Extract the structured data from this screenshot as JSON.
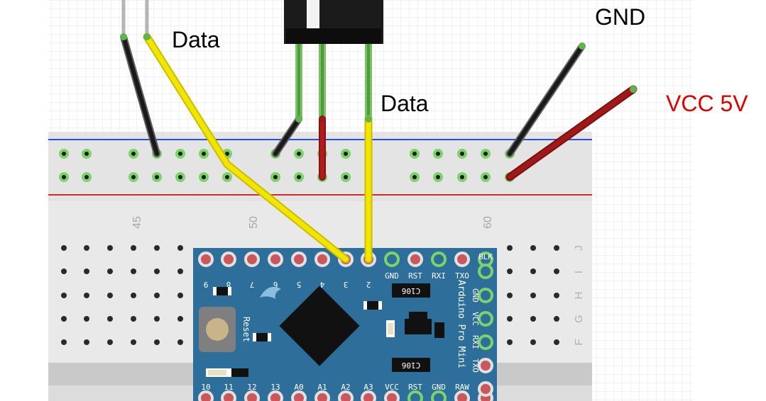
{
  "labels": {
    "data_left": "Data",
    "gnd": "GND",
    "data_mid": "Data",
    "vcc": "VCC 5V"
  },
  "breadboard": {
    "column_numbers": [
      "45",
      "50",
      "60"
    ],
    "row_letters": [
      "J",
      "I",
      "H",
      "G",
      "F"
    ]
  },
  "arduino": {
    "top_pins": [
      "9",
      "8",
      "7",
      "6",
      "5",
      "4",
      "3",
      "2",
      "GND",
      "RST",
      "RXI",
      "TXO",
      "BLK"
    ],
    "bottom_pins": [
      "10",
      "11",
      "12",
      "13",
      "A0",
      "A1",
      "A2",
      "A3",
      "VCC",
      "RST",
      "GND",
      "RAW"
    ],
    "right_pins": [
      "GND",
      "VCC",
      "RXI",
      "TXO"
    ],
    "board_name": "Arduino Pro Mini",
    "reset_label": "Reset",
    "cap_code": "C106"
  },
  "colors": {
    "wire_yellow": "#f2e600",
    "wire_black": "#1a1a1a",
    "wire_red": "#a01818",
    "wire_green": "#5db54b",
    "pcb_blue": "#2d6f9a",
    "label_red": "#e00000"
  }
}
